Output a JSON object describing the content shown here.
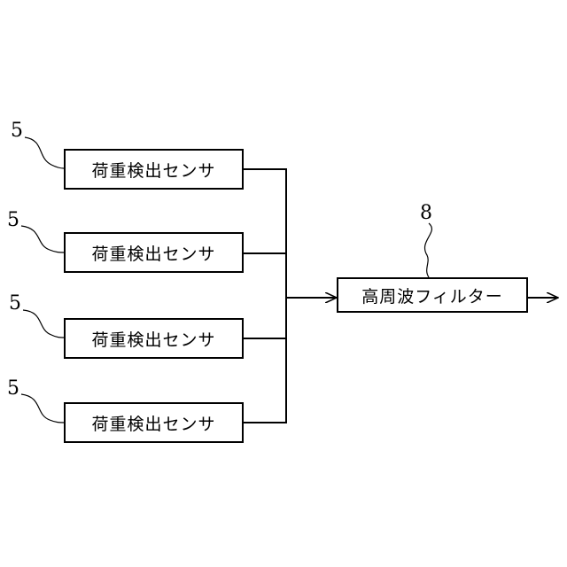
{
  "sensors": [
    {
      "label": "荷重検出センサ",
      "ref": "5"
    },
    {
      "label": "荷重検出センサ",
      "ref": "5"
    },
    {
      "label": "荷重検出センサ",
      "ref": "5"
    },
    {
      "label": "荷重検出センサ",
      "ref": "5"
    }
  ],
  "filter": {
    "label": "高周波フィルター",
    "ref": "8"
  }
}
